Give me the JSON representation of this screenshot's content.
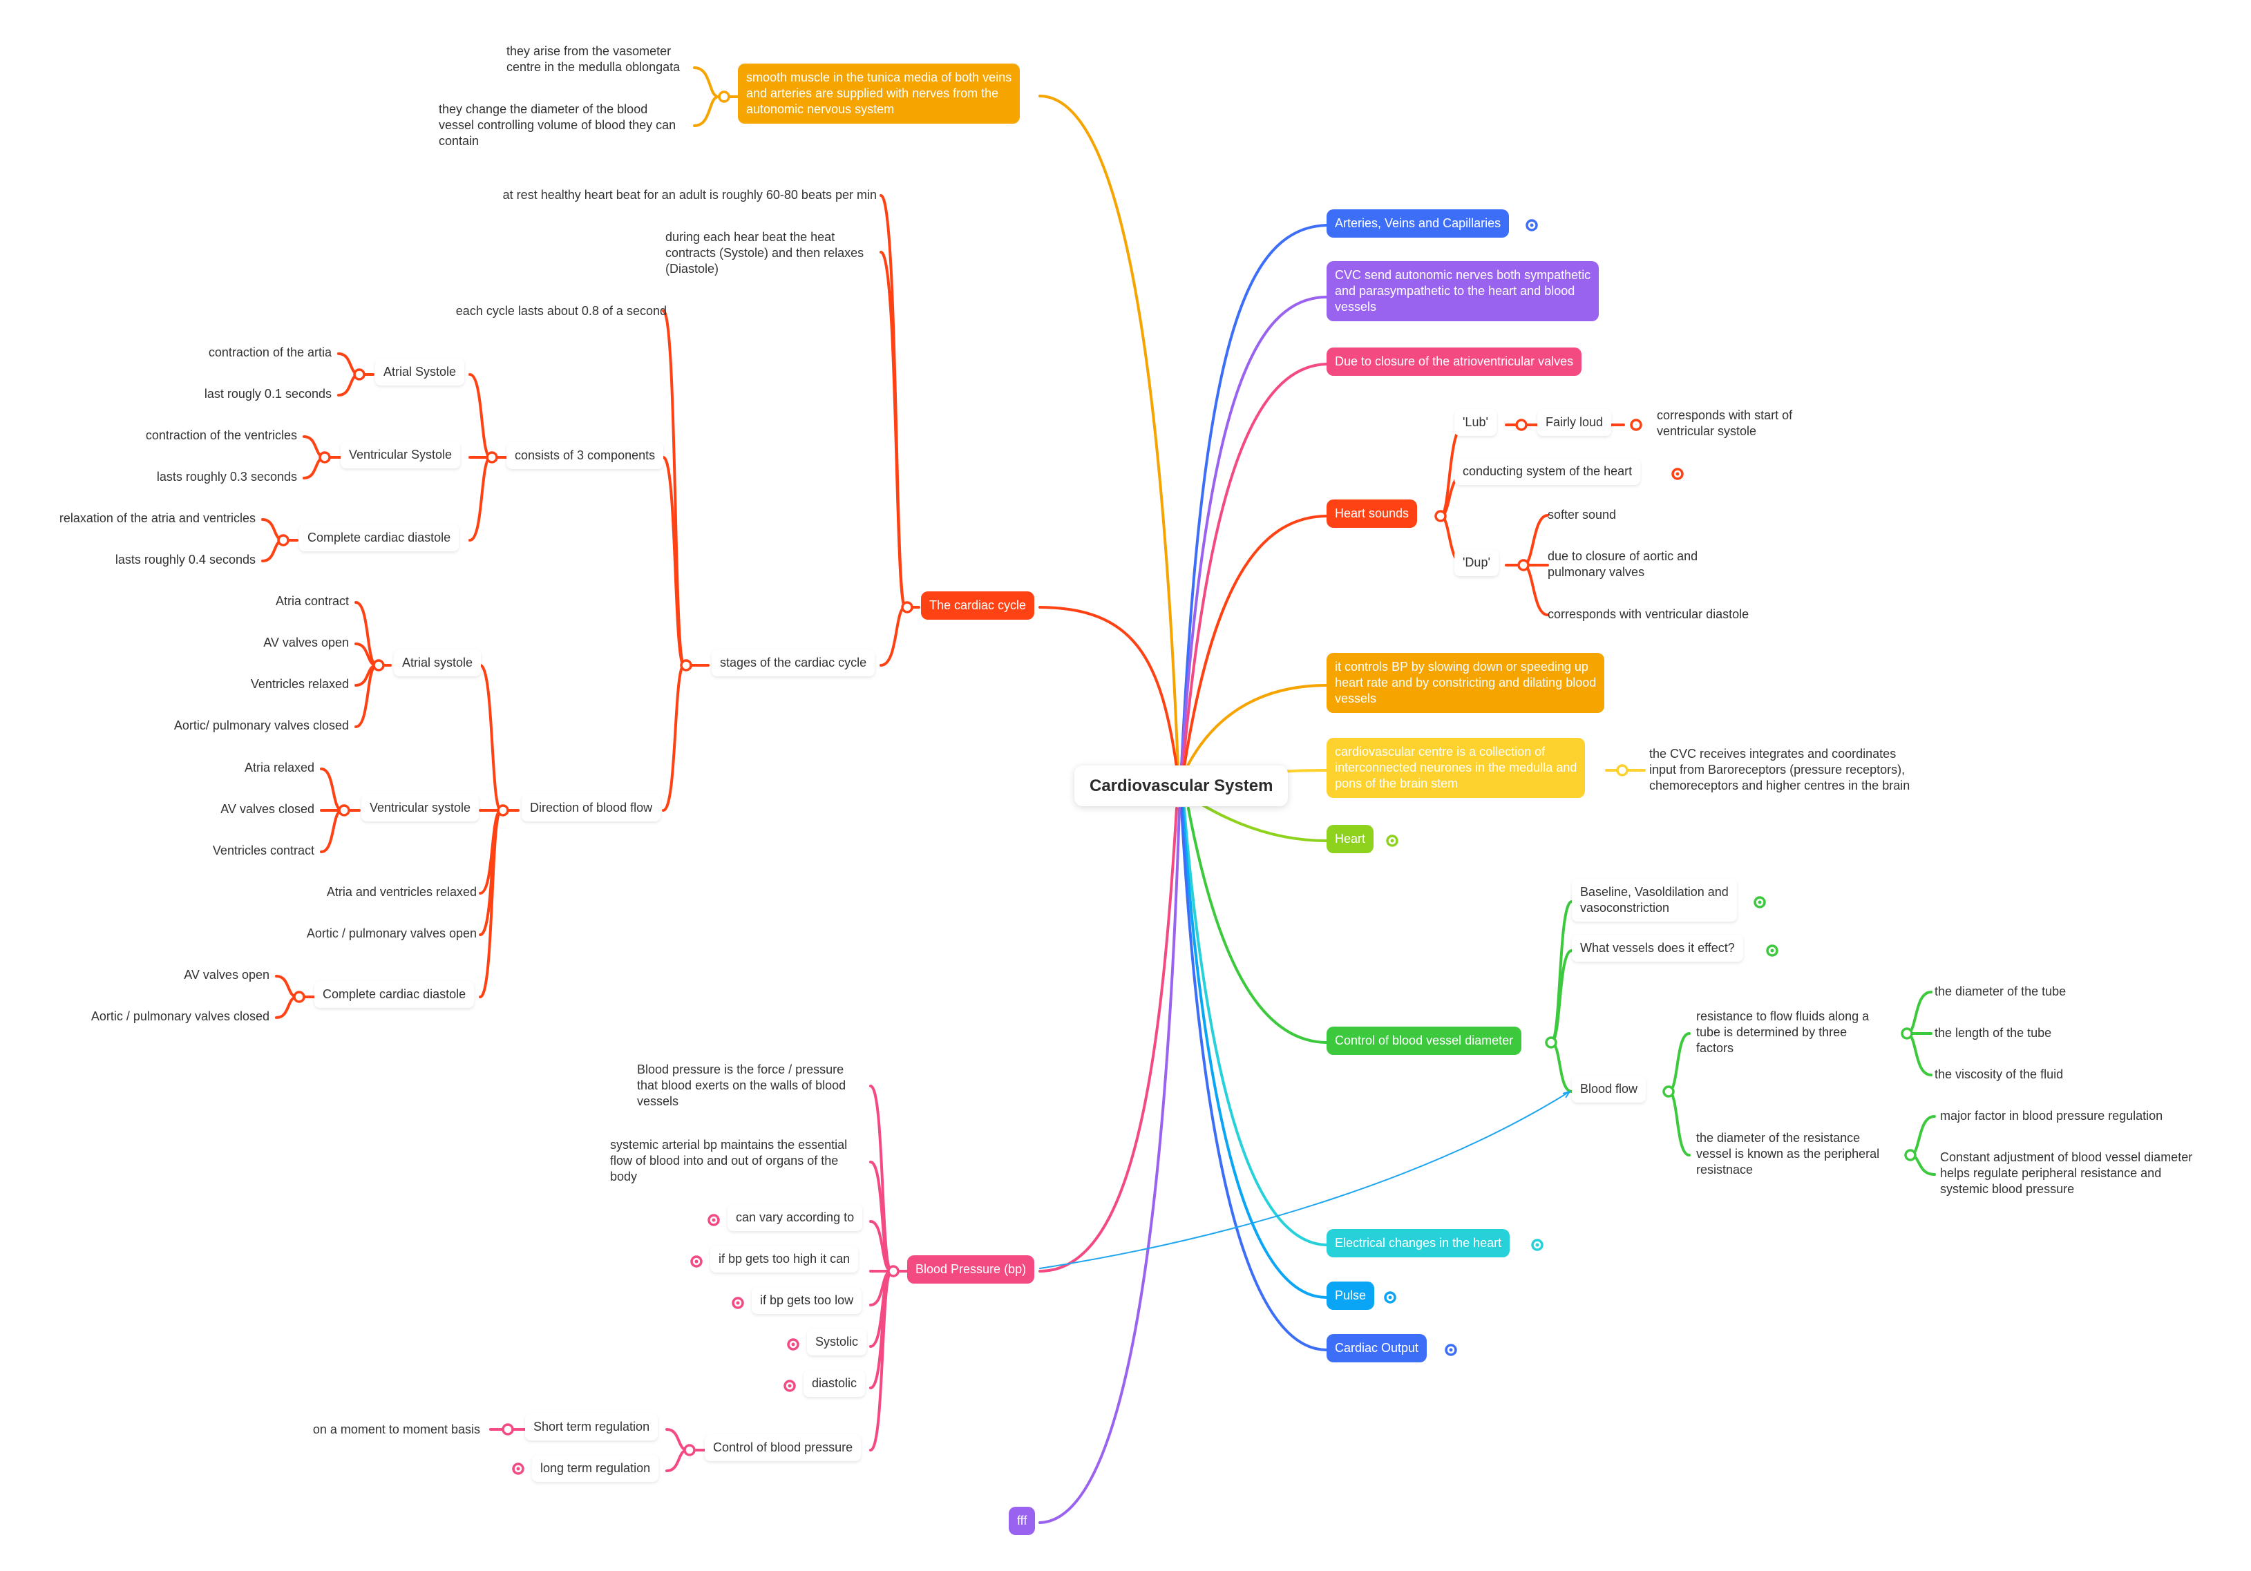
{
  "root": {
    "label": "Cardiovascular System"
  },
  "colors": {
    "orange": "#f5a400",
    "red": "#ff4214",
    "blue": "#3d6ef7",
    "purple": "#9a63ef",
    "pink": "#f34a82",
    "yellow": "#fdd22f",
    "lime": "#8fd21e",
    "green": "#3dc93d",
    "cyan": "#26d1d9",
    "skyblue": "#0aa5f5",
    "crimson": "#f05078"
  },
  "right": {
    "arteries": "Arteries, Veins and Capillaries",
    "cvc_nerves": "CVC send autonomic nerves both sympathetic\nand parasympathetic to the heart and blood\nvessels",
    "closure": "Due to closure of the atrioventricular valves",
    "heart_sounds": {
      "label": "Heart sounds",
      "lub": "'Lub'",
      "fairly_loud": "Fairly loud",
      "corresponds_start": "corresponds with start of\nventricular systole",
      "conducting": "conducting system of the heart",
      "dup": "'Dup'",
      "softer": "softer sound",
      "due_aortic": "due to closure of aortic and\npulmonary valves",
      "corresponds_diastole": "corresponds with ventricular diastole"
    },
    "controls_bp": "it controls BP by slowing down or speeding up\nheart rate and by constricting and dilating blood\nvessels",
    "cvc_centre": "cardiovascular centre is a collection of\ninterconnected  neurones in the medulla and\npons of the brain stem",
    "cvc_receives": "the CVC receives integrates and coordinates\ninput from Baroreceptors (pressure receptors),\nchemoreceptors and higher centres in the brain",
    "heart": "Heart",
    "control_vessel": {
      "label": "Control of blood vessel diameter",
      "baseline": "Baseline, Vasoldilation and\nvasoconstriction",
      "which_vessels": "What vessels does it effect?",
      "blood_flow": "Blood flow",
      "resistance": "resistance to flow fluids along a\ntube is determined by three\nfactors",
      "diameter_tube": "the diameter of the tube",
      "length_tube": "the length of the tube",
      "viscosity": "the viscosity of the fluid",
      "diameter_resistance": "the diameter of the resistance\nvessel is known as the peripheral\nresistnace",
      "major_factor": "major factor in blood pressure regulation",
      "constant_adjust": "Constant adjustment of blood vessel diameter\nhelps regulate  peripheral resistance and\nsystemic blood pressure"
    },
    "electrical": "Electrical changes in the heart",
    "pulse": "Pulse",
    "cardiac_output": "Cardiac Output"
  },
  "left": {
    "smooth_muscle": "smooth muscle in the tunica media of both veins\nand arteries are supplied with nerves from the\nautonomic nervous system",
    "arise": "they arise from the vasometer\ncentre in the medulla oblongata",
    "change_diameter": "they change the diameter of the blood\nvessel controlling volume of blood they can\ncontain",
    "cardiac_cycle": {
      "label": "The cardiac cycle",
      "at_rest": "at rest healthy heart beat for an adult is roughly 60-80 beats per min",
      "during_each": "during each hear beat the heat\ncontracts (Systole) and then relaxes\n(Diastole)",
      "stages": "stages of the cardiac cycle",
      "each_cycle": "each cycle lasts about 0.8 of a second",
      "consists": "consists of 3 components",
      "atrial_systole": "Atrial Systole",
      "contraction_artia": "contraction of the artia",
      "last_rougly": "last rougly 0.1 seconds",
      "ventricular_systole": "Ventricular Systole",
      "contraction_ventricles": "contraction of the ventricles",
      "lasts_03": "lasts roughly 0.3 seconds",
      "complete_diastole": "Complete cardiac diastole",
      "relaxation": "relaxation of the atria and ventricles",
      "lasts_04": "lasts roughly 0.4 seconds",
      "direction": "Direction of blood flow",
      "atrial_systole2": "Atrial systole",
      "atria_contract": "Atria contract",
      "av_open": "AV valves open",
      "ventricles_relaxed": "Ventricles relaxed",
      "aortic_closed": "Aortic/ pulmonary valves closed",
      "ventricular_systole2": "Ventricular systole",
      "atria_relaxed": "Atria relaxed",
      "av_closed": "AV valves closed",
      "ventricles_contract": "Ventricles contract",
      "atria_ventricles_relaxed": "Atria and ventricles relaxed",
      "aortic_open": "Aortic / pulmonary valves open",
      "complete_diastole2": "Complete cardiac diastole",
      "av_open2": "AV valves open",
      "aortic_closed2": "Aortic / pulmonary  valves closed"
    },
    "bp": {
      "label": "Blood Pressure (bp)",
      "definition": "Blood pressure is the force / pressure\nthat blood exerts on the walls of blood\nvessels",
      "systemic": "systemic arterial bp maintains the essential\nflow of blood into and out of organs of the\nbody",
      "vary": "can vary according to",
      "too_high": "if bp gets too high it can",
      "too_low": "if bp gets too low",
      "systolic": "Systolic",
      "diastolic": "diastolic",
      "control": "Control of blood pressure",
      "short_term": "Short term regulation",
      "moment": "on a moment to moment basis",
      "long_term": "long term regulation"
    },
    "fff": "fff"
  }
}
